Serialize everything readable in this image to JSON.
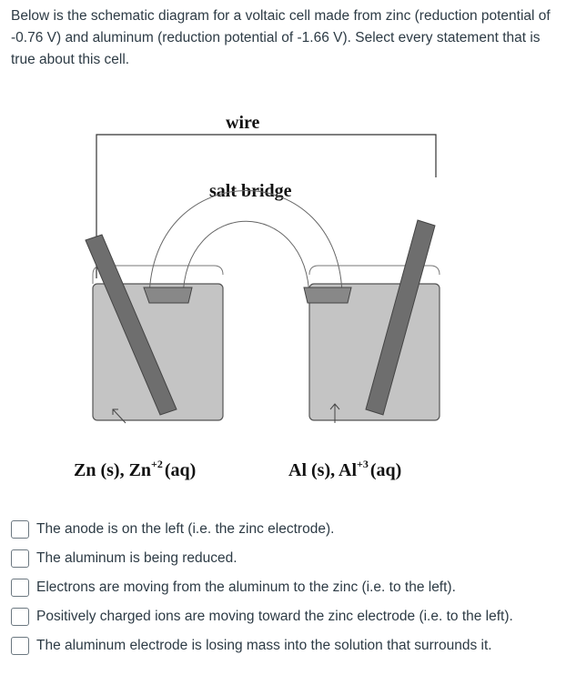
{
  "question": {
    "text": "Below is the schematic diagram for a voltaic cell made from zinc (reduction potential of -0.76 V) and aluminum (reduction potential of -1.66 V). Select every statement that is true about this cell."
  },
  "diagram": {
    "wire_label": "wire",
    "salt_bridge_label": "salt bridge",
    "left_label": {
      "main": "Zn (s), Zn",
      "sup": "+2",
      "tail": "(aq)"
    },
    "right_label": {
      "main": "Al (s), Al",
      "sup": "+3",
      "tail": "(aq)"
    }
  },
  "options": [
    {
      "label": "The anode is on the left (i.e. the zinc electrode).",
      "checked": false
    },
    {
      "label": "The aluminum is being reduced.",
      "checked": false
    },
    {
      "label": "Electrons are moving from the aluminum to the zinc (i.e. to the left).",
      "checked": false
    },
    {
      "label": "Positively charged ions are moving toward the zinc electrode (i.e. to the left).",
      "checked": false
    },
    {
      "label": "The aluminum electrode is losing mass into the solution that surrounds it.",
      "checked": false
    }
  ]
}
